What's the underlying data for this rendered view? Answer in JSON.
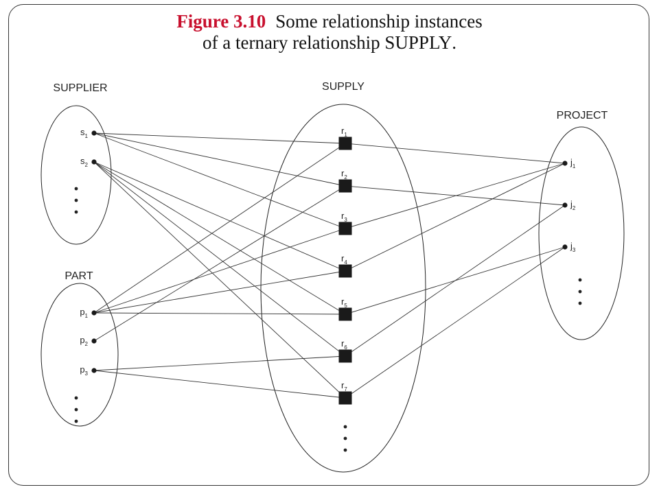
{
  "caption": {
    "figure_label": "Figure 3.10",
    "line1": "Some relationship instances",
    "line2_prefix": "of a ternary relationship",
    "line2_relationship": "SUPPLY",
    "line2_suffix": "."
  },
  "sets": {
    "supplier": {
      "label": "SUPPLIER"
    },
    "part": {
      "label": "PART"
    },
    "supply": {
      "label": "SUPPLY"
    },
    "project": {
      "label": "PROJECT"
    }
  },
  "nodes": {
    "s1": {
      "base": "s",
      "sub": "1"
    },
    "s2": {
      "base": "s",
      "sub": "2"
    },
    "p1": {
      "base": "p",
      "sub": "1"
    },
    "p2": {
      "base": "p",
      "sub": "2"
    },
    "p3": {
      "base": "p",
      "sub": "3"
    },
    "r1": {
      "base": "r",
      "sub": "1"
    },
    "r2": {
      "base": "r",
      "sub": "2"
    },
    "r3": {
      "base": "r",
      "sub": "3"
    },
    "r4": {
      "base": "r",
      "sub": "4"
    },
    "r5": {
      "base": "r",
      "sub": "5"
    },
    "r6": {
      "base": "r",
      "sub": "6"
    },
    "r7": {
      "base": "r",
      "sub": "7"
    },
    "j1": {
      "base": "j",
      "sub": "1"
    },
    "j2": {
      "base": "j",
      "sub": "2"
    },
    "j3": {
      "base": "j",
      "sub": "3"
    }
  },
  "relationship_instances": [
    {
      "id": "r1",
      "supplier": "s1",
      "part": "p1",
      "project": "j1"
    },
    {
      "id": "r2",
      "supplier": "s1",
      "part": "p2",
      "project": "j2"
    },
    {
      "id": "r3",
      "supplier": "s1",
      "part": "p1",
      "project": "j1"
    },
    {
      "id": "r4",
      "supplier": "s2",
      "part": "p1",
      "project": "j1"
    },
    {
      "id": "r5",
      "supplier": "s2",
      "part": "p1",
      "project": "j3"
    },
    {
      "id": "r6",
      "supplier": "s2",
      "part": "p3",
      "project": "j2"
    },
    {
      "id": "r7",
      "supplier": "s2",
      "part": "p3",
      "project": "j3"
    }
  ]
}
